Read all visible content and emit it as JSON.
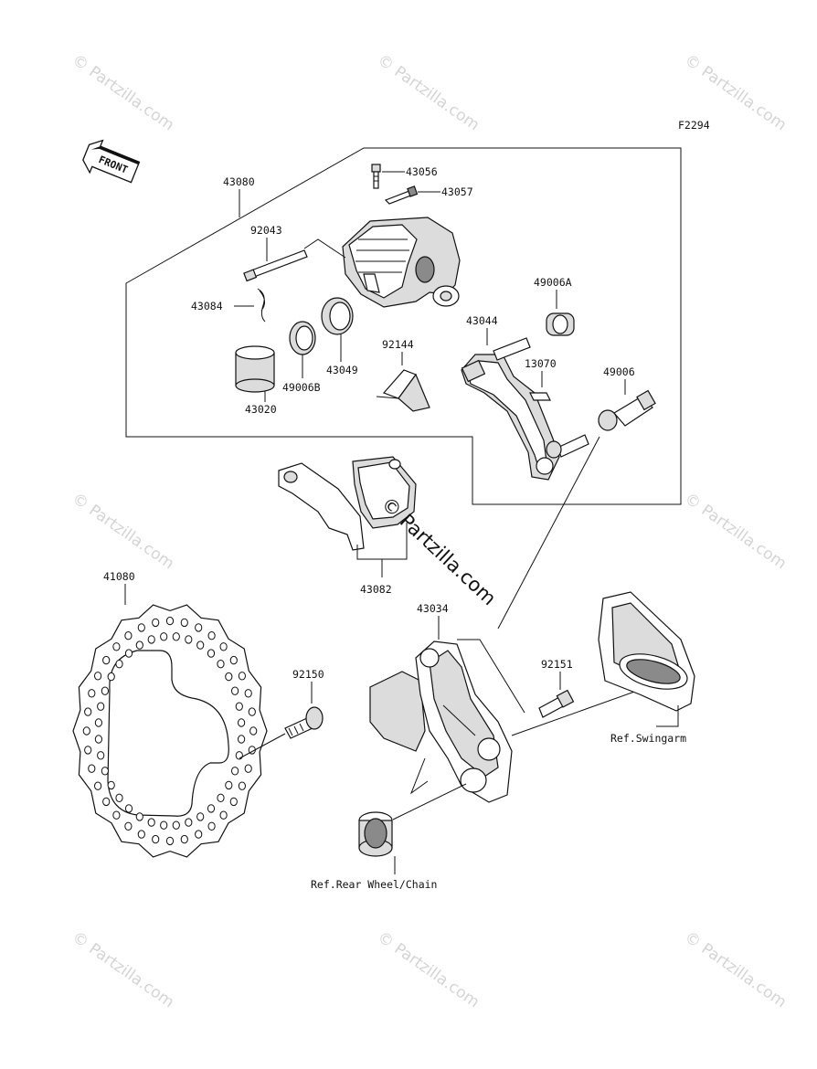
{
  "diagram_code": "F2294",
  "front_label": "FRONT",
  "watermark_text": "© Partzilla.com",
  "center_watermark": "© Partzilla.com",
  "parts": {
    "p43080": "43080",
    "p43056": "43056",
    "p43057": "43057",
    "p92043": "92043",
    "p43084": "43084",
    "p49006A": "49006A",
    "p43044": "43044",
    "p92144": "92144",
    "p13070": "13070",
    "p49006": "49006",
    "p49006B": "49006B",
    "p43049": "43049",
    "p43020": "43020",
    "p43082": "43082",
    "p41080": "41080",
    "p43034": "43034",
    "p92150": "92150",
    "p92151": "92151"
  },
  "refs": {
    "swingarm": "Ref.Swingarm",
    "rear_wheel": "Ref.Rear Wheel/Chain"
  }
}
